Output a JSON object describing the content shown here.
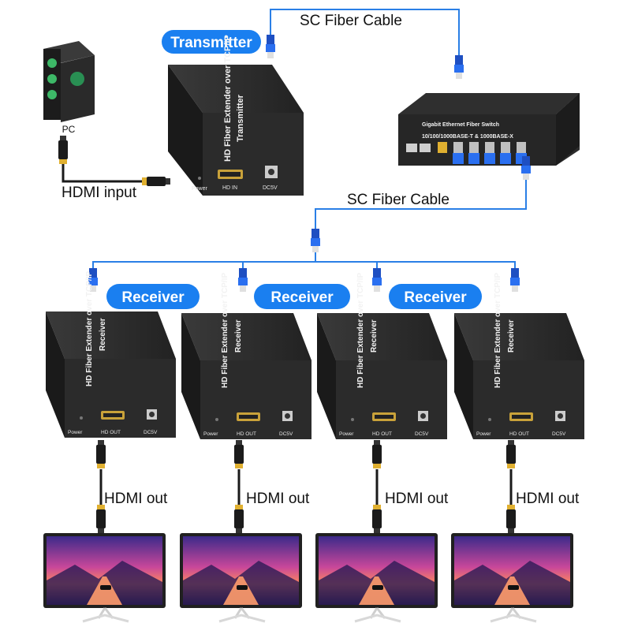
{
  "labels": {
    "transmitter": "Transmitter",
    "receiver": "Receiver",
    "sc_fiber_top": "SC Fiber Cable",
    "sc_fiber_middle": "SC Fiber Cable",
    "pc": "PC",
    "hdmi_input": "HDMI input",
    "hdmi_out": "HDMI out"
  },
  "transmitter_device": {
    "title": "HD Fiber Extender over TCP/IP",
    "subtitle": "Transmitter",
    "ports": {
      "power": "Power",
      "hdmi": "HD IN",
      "dc": "DC5V"
    }
  },
  "receiver_device": {
    "title": "HD Fiber Extender over TCP/IP",
    "subtitle": "Receiver",
    "ports": {
      "power": "Power",
      "hdmi": "HD OUT",
      "dc": "DC5V"
    }
  },
  "switch": {
    "title": "Gigabit Ethernet Fiber Switch",
    "spec": "10/100/1000BASE-T & 1000BASE-X"
  },
  "colors": {
    "callout": "#1a7ff0",
    "fiber": "#2a7fe6",
    "device_body": "#2b2b2b",
    "hdmi_cable": "#1a1a1a",
    "gold": "#d9a520"
  },
  "icons": [
    "pc-tower-icon",
    "hdmi-plug-icon",
    "fiber-connector-icon",
    "monitor-icon"
  ]
}
